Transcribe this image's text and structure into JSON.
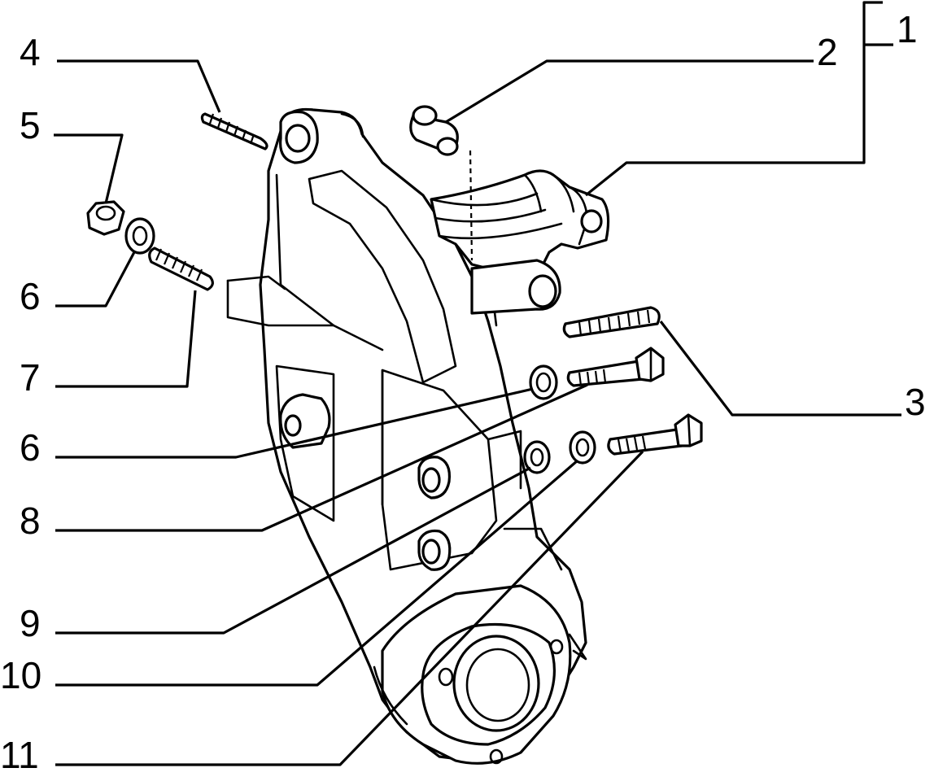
{
  "diagram": {
    "callouts": [
      {
        "id": "1",
        "text": "1"
      },
      {
        "id": "2",
        "text": "2"
      },
      {
        "id": "3",
        "text": "3"
      },
      {
        "id": "4",
        "text": "4"
      },
      {
        "id": "5",
        "text": "5"
      },
      {
        "id": "6a",
        "text": "6"
      },
      {
        "id": "6b",
        "text": "6"
      },
      {
        "id": "7",
        "text": "7"
      },
      {
        "id": "8",
        "text": "8"
      },
      {
        "id": "9",
        "text": "9"
      },
      {
        "id": "10",
        "text": "10"
      },
      {
        "id": "11",
        "text": "11"
      }
    ],
    "colors": {
      "ink": "#000000",
      "paper": "#ffffff"
    },
    "parts": [
      {
        "name": "stud",
        "icon": "stud-icon"
      },
      {
        "name": "bushing",
        "icon": "bushing-icon"
      },
      {
        "name": "nut",
        "icon": "hex-nut-icon"
      },
      {
        "name": "washer",
        "icon": "washer-icon"
      },
      {
        "name": "bolt",
        "icon": "hex-bolt-icon"
      },
      {
        "name": "bracket",
        "icon": "bracket-icon"
      },
      {
        "name": "support",
        "icon": "support-icon"
      }
    ]
  }
}
